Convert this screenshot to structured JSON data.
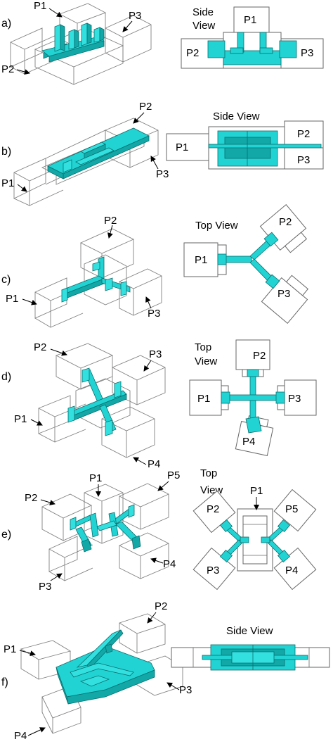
{
  "panels": [
    {
      "tag": "a)",
      "view": "Side View",
      "view_lines": [
        "Side",
        "View"
      ],
      "ports": [
        "P1",
        "P2",
        "P3"
      ]
    },
    {
      "tag": "b)",
      "view": "Side View",
      "ports": [
        "P1",
        "P2",
        "P3"
      ]
    },
    {
      "tag": "c)",
      "view": "Top View",
      "ports": [
        "P1",
        "P2",
        "P3"
      ]
    },
    {
      "tag": "d)",
      "view_lines": [
        "Top",
        "View"
      ],
      "ports": [
        "P1",
        "P2",
        "P3",
        "P4"
      ]
    },
    {
      "tag": "e)",
      "view_lines": [
        "Top",
        "View"
      ],
      "ports": [
        "P1",
        "P2",
        "P3",
        "P4",
        "P5"
      ]
    },
    {
      "tag": "f)",
      "view": "Side View",
      "ports": [
        "P1",
        "P2",
        "P3",
        "P4"
      ]
    }
  ],
  "colors": {
    "cyan": "#22d3d3",
    "outline": "#666666",
    "arrow": "#000000"
  }
}
